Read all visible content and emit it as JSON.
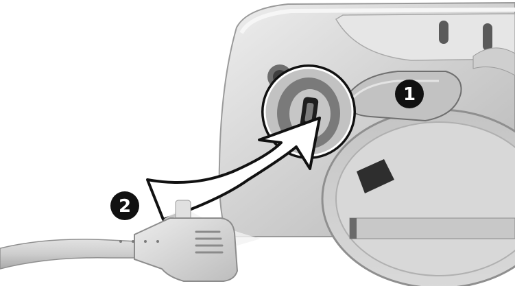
{
  "illustration": {
    "steps": [
      {
        "number": "1",
        "icon": "rubber-flap"
      },
      {
        "number": "2",
        "icon": "power-plug"
      }
    ],
    "colors": {
      "device_body": "#d2d2d2",
      "device_shadow": "#8a8a8a",
      "badge": "#111111",
      "arrow_fill": "#ffffff",
      "arrow_stroke": "#111111",
      "cable": "#cfcfcf"
    }
  }
}
